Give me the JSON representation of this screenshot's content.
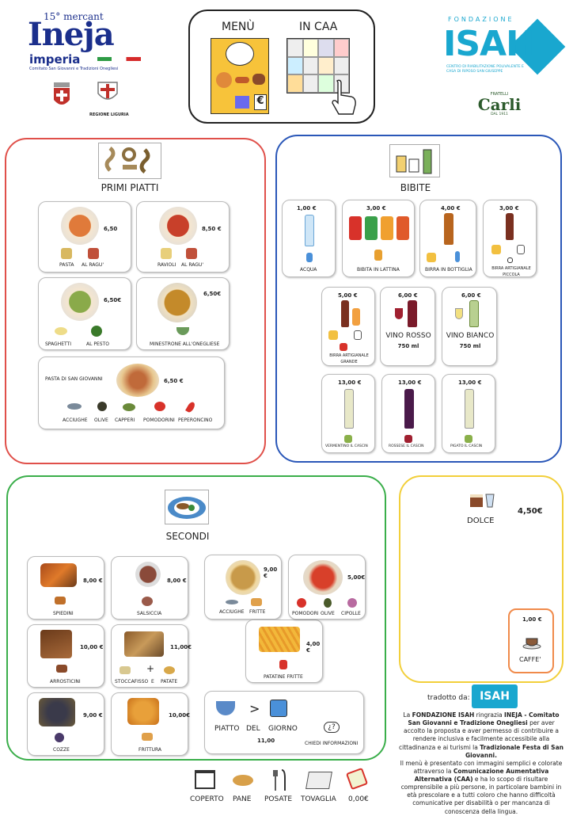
{
  "header": {
    "ineja_edition": "15° mercant",
    "ineja_name": "Ineja",
    "ineja_city": "imperia",
    "ineja_sub": "Comitato San Giovanni e Tradizioni Onegliesi",
    "regione": "REGIONE LIGURIA",
    "menu_label": "MENÙ",
    "caa_label": "IN CAA",
    "isah_top": "FONDAZIONE",
    "isah_name": "ISAH",
    "isah_sub": "CENTRO DI RIABILITAZIONE POLIVALENTE E CASA DI RIPOSO SAN GIUSEPPE",
    "carli_fratelli": "FRATELLI",
    "carli_name": "Carli",
    "carli_year": "DAL 1911"
  },
  "primi": {
    "title": "PRIMI PIATTI",
    "items": [
      {
        "price": "6,50",
        "labels": [
          "PASTA",
          "AL RAGU'"
        ]
      },
      {
        "price": "8,50 €",
        "labels": [
          "RAVIOLI",
          "AL RAGU'"
        ]
      },
      {
        "price": "6,50€",
        "labels": [
          "SPAGHETTI",
          "AL PESTO"
        ]
      },
      {
        "price": "6,50€",
        "labels": [
          "MINESTRONE ALL'ONEGLIESE"
        ]
      }
    ],
    "special": {
      "name": "PASTA DI SAN GIOVANNI",
      "price": "6,50 €",
      "ingredients": [
        "ACCIUGHE",
        "OLIVE",
        "CAPPERI",
        "POMODORINI",
        "PEPERONCINO"
      ]
    }
  },
  "bibite": {
    "title": "BIBITE",
    "items": [
      {
        "price": "1,00 €",
        "label": "ACQUA"
      },
      {
        "price": "3,00 €",
        "label": "BIBITA IN LATTINA"
      },
      {
        "price": "4,00 €",
        "label": "BIRRA IN BOTTIGLIA"
      },
      {
        "price": "3,00 €",
        "label": "BIRRA ARTIGIANALE PICCOLA"
      },
      {
        "price": "5,00 €",
        "label": "BIRRA ARTIGIANALE GRANDE"
      },
      {
        "price": "6,00 €",
        "label": "VINO ROSSO",
        "size": "750 ml"
      },
      {
        "price": "6,00 €",
        "label": "VINO BIANCO",
        "size": "750 ml"
      },
      {
        "price": "13,00 €",
        "label": "VERMENTINO IL CASCIN"
      },
      {
        "price": "13,00 €",
        "label": "ROSSESE IL CASCIN"
      },
      {
        "price": "13,00 €",
        "label": "PIGATO IL CASCIN"
      }
    ]
  },
  "secondi": {
    "title": "SECONDI",
    "items": [
      {
        "price": "8,00 €",
        "labels": [
          "SPIEDINI"
        ]
      },
      {
        "price": "8,00 €",
        "labels": [
          "SALSICCIA"
        ]
      },
      {
        "price": "9,00 €",
        "labels": [
          "ACCIUGHE",
          "FRITTE"
        ]
      },
      {
        "price": "5,00€",
        "labels": [
          "POMODORI",
          "OLIVE",
          "CIPOLLE"
        ]
      },
      {
        "price": "10,00 €",
        "labels": [
          "ARROSTICINI"
        ]
      },
      {
        "price": "11,00€",
        "labels": [
          "STOCCAFISSO",
          "E",
          "PATATE"
        ]
      },
      {
        "price": "4,00 €",
        "labels": [
          "PATATINE FRITTE"
        ]
      },
      {
        "price": "9,00 €",
        "labels": [
          "COZZE"
        ]
      },
      {
        "price": "10,00€",
        "labels": [
          "FRITTURA"
        ]
      }
    ],
    "piatto": {
      "w1": "PIATTO",
      "w2": "DEL",
      "w3": "GIORNO",
      "price": "11,00",
      "info": "CHIEDI INFORMAZIONI"
    }
  },
  "dolce": {
    "label": "DOLCE",
    "price": "4,50€"
  },
  "caffe": {
    "label": "CAFFE'",
    "price": "1,00 €"
  },
  "tradotto": "tradotto da:",
  "note": {
    "p1a": "La ",
    "p1b": "FONDAZIONE ISAH",
    "p1c": " ringrazia ",
    "p1d": "INEJA - Comitato San Giovanni e Tradizione Onegliesi",
    "p1e": " per aver accolto la proposta e aver permesso di contribuire a rendere inclusiva e facilmente accessibile alla cittadinanza e ai turismi la ",
    "p1f": "Tradizionale Festa di San Giovanni.",
    "p2a": "Il menù è presentato con immagini semplici e colorate attraverso la ",
    "p2b": "Comunicazione Aumentativa Alternativa (CAA)",
    "p2c": " e ha lo scopo di risultare comprensibile a più persone, in particolare bambini in età prescolare e a tutti coloro che hanno difficoltà comunicative per disabilità o per mancanza di conoscenza della lingua."
  },
  "coperto": {
    "labels": [
      "COPERTO",
      "PANE",
      "POSATE",
      "TOVAGLIA"
    ],
    "price": "0,00€"
  },
  "colors": {
    "red": "#e0504a",
    "blue": "#2a57b8",
    "green": "#3aae4a",
    "yellow": "#f2cf3a",
    "orange": "#f08a4a",
    "isah": "#19a7cf",
    "ineja": "#1b2f8c"
  }
}
